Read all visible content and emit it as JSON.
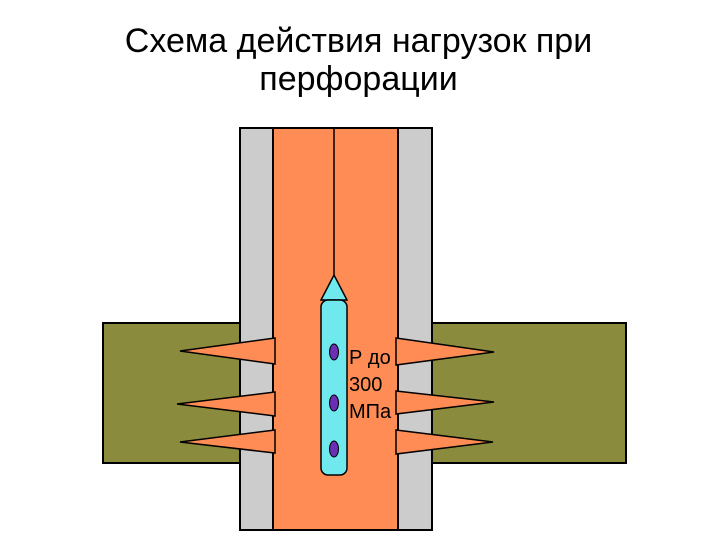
{
  "title": {
    "line1": "Схема действия нагрузок при",
    "line2": "перфорации"
  },
  "pressure_label": {
    "line1": "Р до",
    "line2": "300",
    "line3": "МПа"
  },
  "colors": {
    "formation": "#8b8b3e",
    "fluid": "#ff8c55",
    "casing": "#cccccc",
    "perforator": "#6fe8ee",
    "charge": "#6a2fb3",
    "outline": "#000000"
  }
}
